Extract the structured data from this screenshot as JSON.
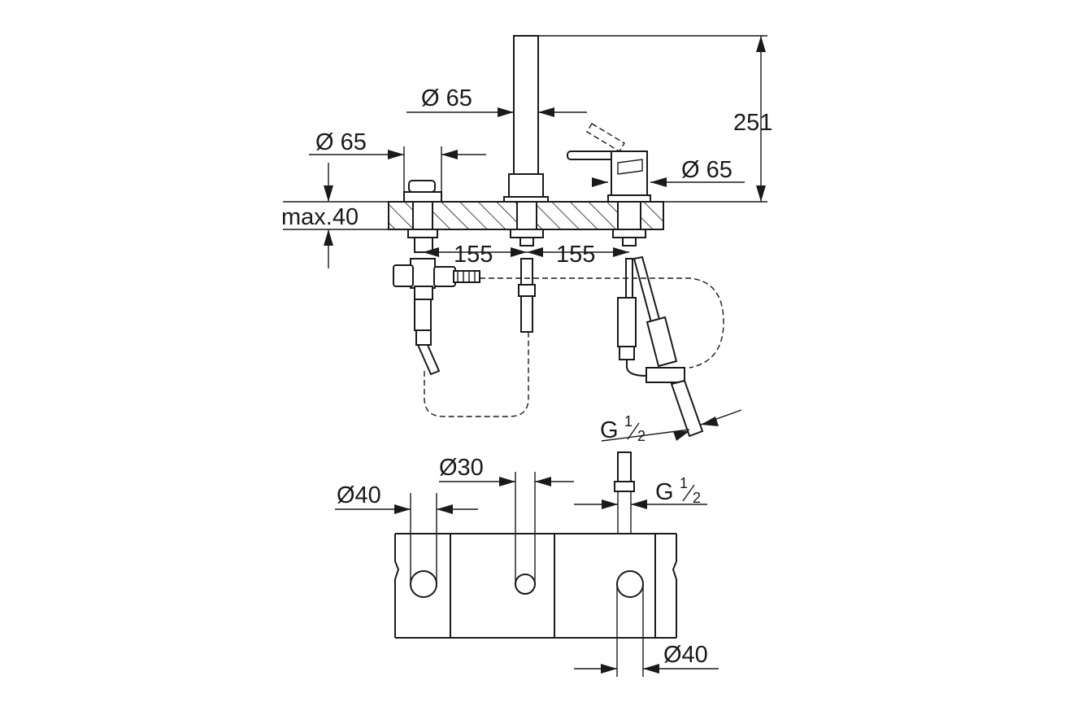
{
  "top_view": {
    "dim_hand_shower_diameter": "Ø 65",
    "dim_left_valve_diameter": "Ø 65",
    "dim_mixer_diameter": "Ø 65",
    "dim_height": "251",
    "dim_deck_thickness": "max.40",
    "dim_spacing_left": "155",
    "dim_spacing_right": "155",
    "dim_thread_upper": {
      "letter": "G",
      "num": "1",
      "den": "2"
    }
  },
  "bottom_view": {
    "dim_hole_left": "Ø40",
    "dim_hole_center": "Ø30",
    "dim_hole_right": "Ø40",
    "dim_thread_lower": {
      "letter": "G",
      "num": "1",
      "den": "2"
    }
  },
  "colors": {
    "line": "#1a1a1a",
    "background": "#ffffff"
  }
}
